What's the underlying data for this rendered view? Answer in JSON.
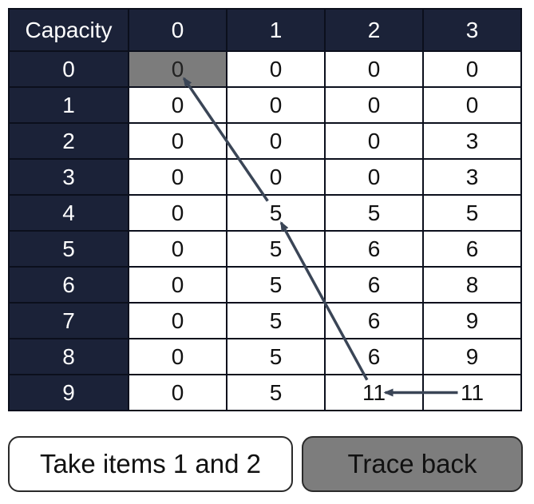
{
  "table": {
    "corner_label": "Capacity",
    "columns": [
      "0",
      "1",
      "2",
      "3"
    ],
    "rows": [
      {
        "capacity": "0",
        "values": [
          "0",
          "0",
          "0",
          "0"
        ]
      },
      {
        "capacity": "1",
        "values": [
          "0",
          "0",
          "0",
          "0"
        ]
      },
      {
        "capacity": "2",
        "values": [
          "0",
          "0",
          "0",
          "3"
        ]
      },
      {
        "capacity": "3",
        "values": [
          "0",
          "0",
          "0",
          "3"
        ]
      },
      {
        "capacity": "4",
        "values": [
          "0",
          "5",
          "5",
          "5"
        ]
      },
      {
        "capacity": "5",
        "values": [
          "0",
          "5",
          "6",
          "6"
        ]
      },
      {
        "capacity": "6",
        "values": [
          "0",
          "5",
          "6",
          "8"
        ]
      },
      {
        "capacity": "7",
        "values": [
          "0",
          "5",
          "6",
          "9"
        ]
      },
      {
        "capacity": "8",
        "values": [
          "0",
          "5",
          "6",
          "9"
        ]
      },
      {
        "capacity": "9",
        "values": [
          "0",
          "5",
          "11",
          "11"
        ]
      }
    ],
    "highlighted_cell": {
      "row": 0,
      "col": 0
    }
  },
  "trace_arrows": [
    {
      "from": {
        "row": 9,
        "col": 3
      },
      "to": {
        "row": 9,
        "col": 2
      }
    },
    {
      "from": {
        "row": 9,
        "col": 2
      },
      "to": {
        "row": 4,
        "col": 1
      }
    },
    {
      "from": {
        "row": 4,
        "col": 1
      },
      "to": {
        "row": 0,
        "col": 0
      }
    }
  ],
  "buttons": {
    "take_label": "Take items 1 and 2",
    "trace_label": "Trace back"
  },
  "colors": {
    "header_bg": "#1b2238",
    "highlight_bg": "#7c7c7c",
    "arrow": "#3a4556"
  }
}
